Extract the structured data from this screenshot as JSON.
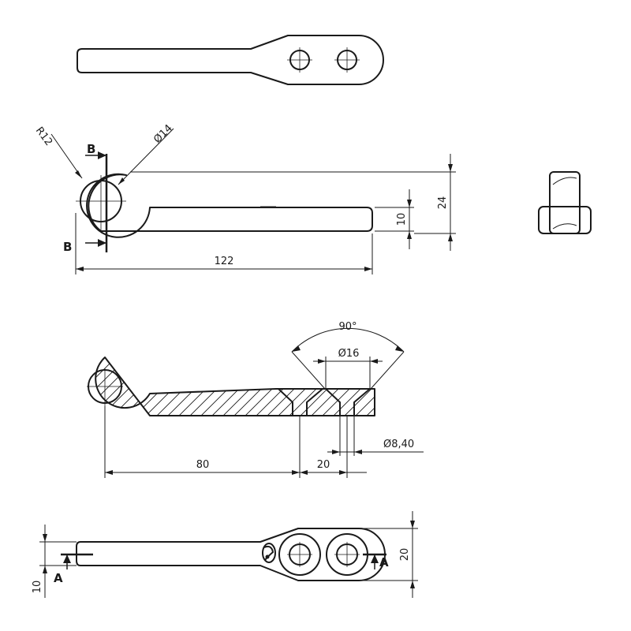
{
  "dimensions": {
    "radius": "R12",
    "eye_diameter": "Ø14",
    "overall_length": "122",
    "arm_thickness": "10",
    "eye_height": "24",
    "countersink_angle": "90°",
    "countersink_diameter": "Ø16",
    "hole_diameter": "Ø8,40",
    "hole_offset": "80",
    "hole_spacing": "20",
    "plate_width": "20",
    "arm_offset": "10"
  },
  "section_labels": {
    "b_top": "B",
    "b_bottom": "B",
    "a_left": "A",
    "a_right": "A"
  },
  "colors": {
    "line": "#1a1a1a",
    "background": "#ffffff"
  }
}
